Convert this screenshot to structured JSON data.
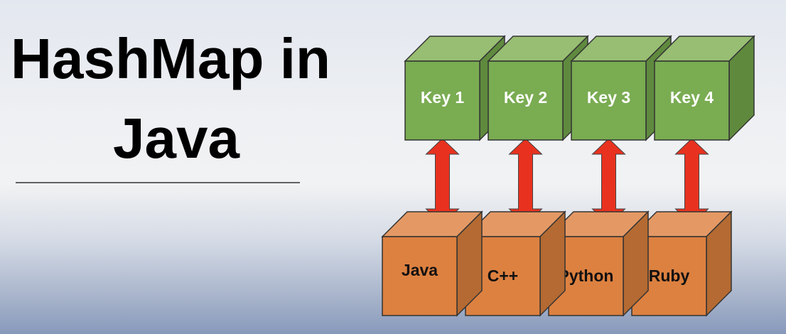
{
  "title": {
    "line1": "HashMap in",
    "line2": "Java"
  },
  "keys": [
    "Key 1",
    "Key 2",
    "Key 3",
    "Key 4"
  ],
  "values": [
    "Java",
    "C++",
    "Python",
    "Ruby"
  ],
  "colors": {
    "key_front": "#7aac52",
    "key_top": "#97be72",
    "key_side": "#5f8a3e",
    "value_front": "#dd8140",
    "value_top": "#e49965",
    "value_side": "#b46a32",
    "arrow": "#e8321f",
    "outline": "#333333"
  }
}
